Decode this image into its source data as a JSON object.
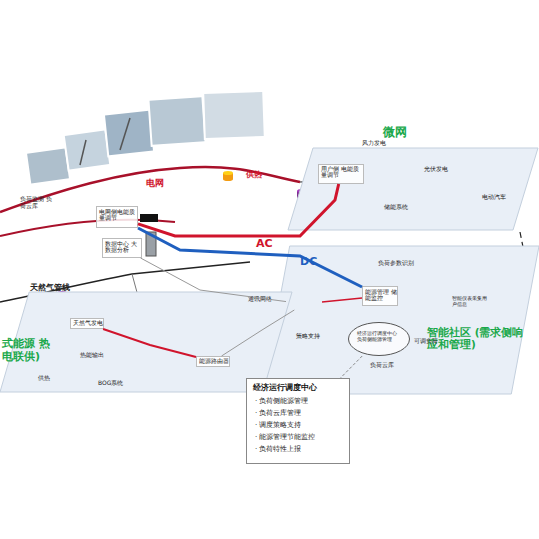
{
  "diagram": {
    "nodes": [
      {
        "text": [
          "微网"
        ]
      },
      {
        "text": [
          "用户侧 电能质量调节"
        ],
        "in": 0
      },
      {
        "text": [
          "电网侧电能质量调节"
        ]
      },
      {
        "text": [
          "数据中心 大数据分析"
        ]
      },
      {
        "text": [
          "能源路由器"
        ]
      },
      {
        "text": [
          "智能社区 (需求侧响应和管理)"
        ]
      },
      {
        "text": [
          "能源管理 储能监控"
        ],
        "in": 5
      },
      {
        "text": [
          "经济运行调度中心 负荷侧能源管理"
        ],
        "in": 5
      },
      {
        "text": [
          "式能源 热电联供)"
        ]
      },
      {
        "text": [
          "天然气发电"
        ],
        "in": 8
      },
      {
        "text": [
          "能源路由器"
        ],
        "in": 8
      },
      {
        "text": [
          "经济运行调度中心",
          "· 负荷侧能源管理",
          "· 负荷云库管理",
          "· 调度策略支持",
          "· 能源管理节能监控",
          "· 负荷特性上报"
        ]
      }
    ],
    "edges": [
      {
        "from": 2,
        "to": 1,
        "arrow": "none",
        "label": "AC"
      },
      {
        "from": 2,
        "to": 6,
        "arrow": "none",
        "label": "DC"
      },
      {
        "from": 3,
        "to": 4,
        "arrow": "none"
      },
      {
        "from": 4,
        "to": 6,
        "arrow": "none"
      },
      {
        "from": 9,
        "to": 10,
        "arrow": "none"
      },
      {
        "from": 10,
        "to": 4,
        "arrow": "none"
      },
      {
        "from": 7,
        "to": 11,
        "arrow": "none"
      }
    ],
    "labels": [
      "电网",
      "供热",
      "天然气管线",
      "风力发电",
      "光伏发电",
      "电动汽车",
      "储能系统",
      "热能输出",
      "供热",
      "BOG系统",
      "负荷参数识别",
      "智能仪表采集用户信息",
      "策略支持",
      "通讯网络",
      "可调负荷",
      "负荷云库",
      "负荷监测 负荷云库"
    ]
  }
}
